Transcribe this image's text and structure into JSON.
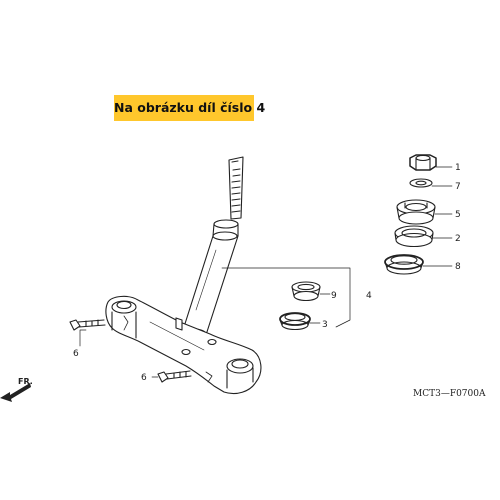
{
  "banner": {
    "text": "Na obrázku díl číslo 4"
  },
  "diagram_code": "MCT3—F0700A",
  "direction_label": "FR.",
  "callouts": {
    "p1": "1",
    "p7": "7",
    "p5": "5",
    "p2": "2",
    "p8": "8",
    "p9": "9",
    "p4": "4",
    "p3": "3",
    "p6a": "6",
    "p6b": "6"
  },
  "colors": {
    "banner": "#ffc72c",
    "line": "#222222"
  }
}
